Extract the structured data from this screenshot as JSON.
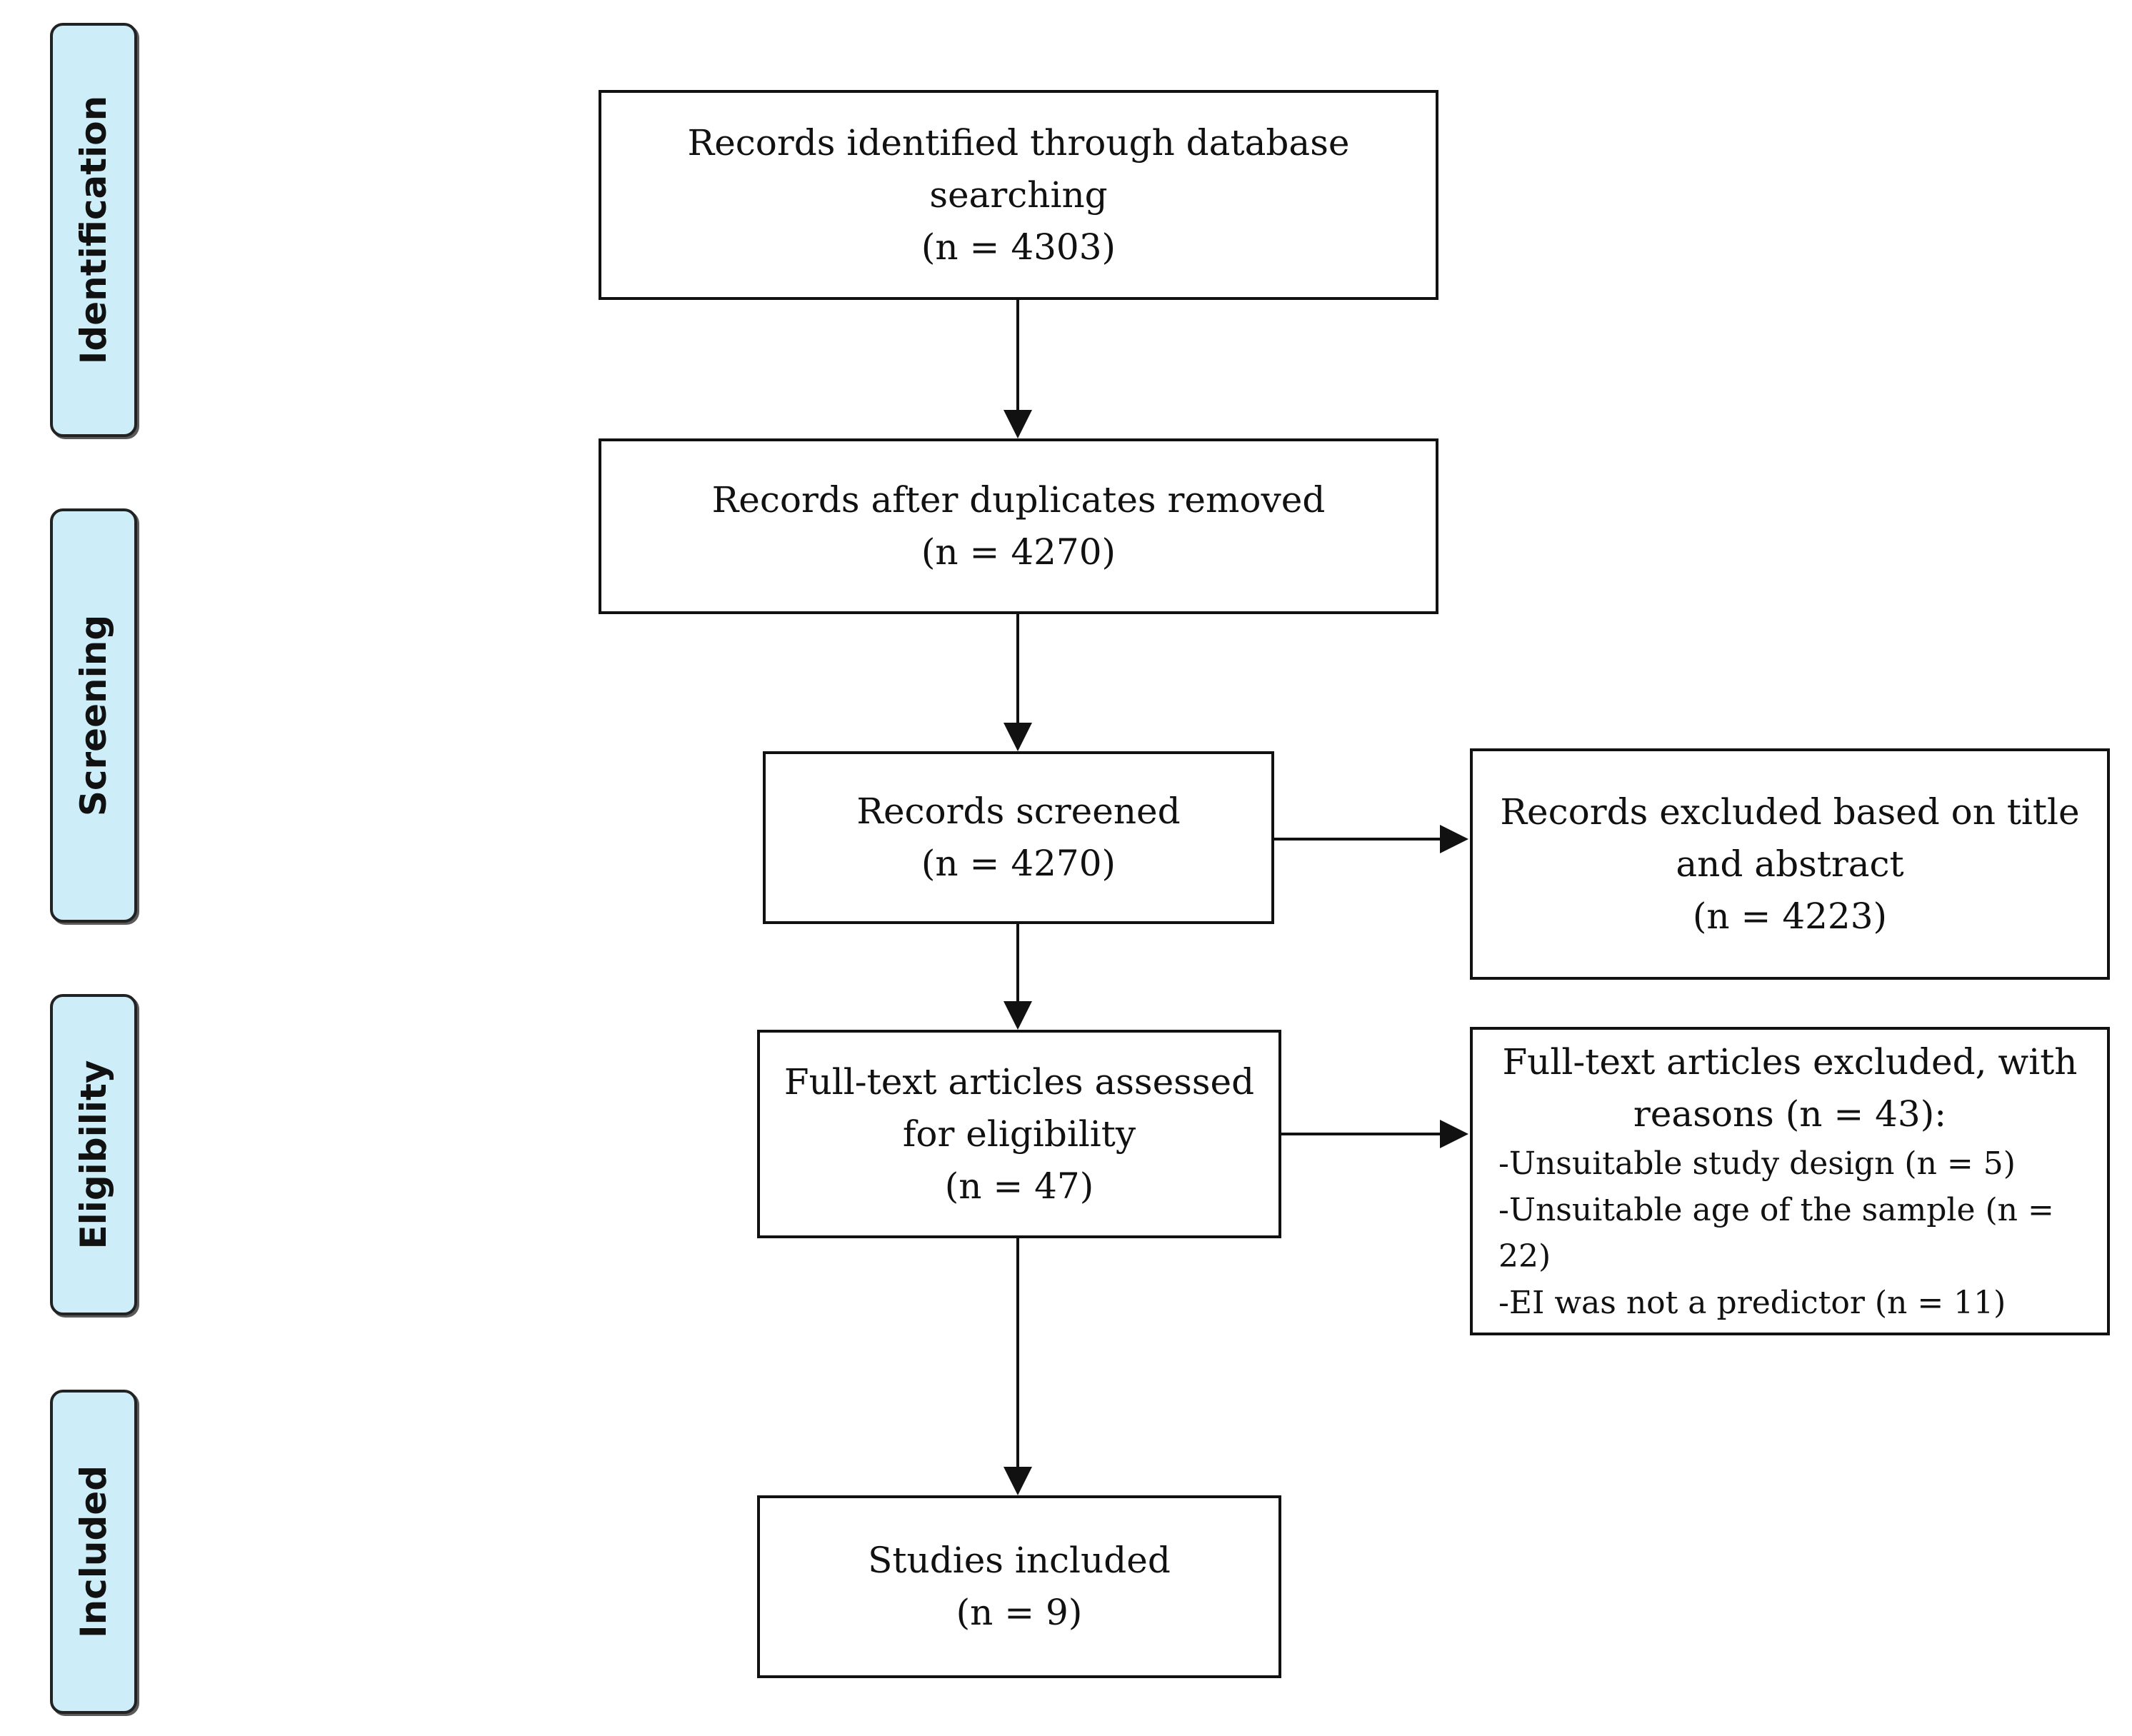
{
  "stages": {
    "identification": "Identification",
    "screening": "Screening",
    "eligibility": "Eligibility",
    "included": "Included"
  },
  "boxes": {
    "identified": {
      "line1": "Records identified through database",
      "line2": "searching",
      "count": "(n = 4303)"
    },
    "duplicates_removed": {
      "line1": "Records after duplicates removed",
      "count": "(n = 4270)"
    },
    "screened": {
      "line1": "Records screened",
      "count": "(n = 4270)"
    },
    "excluded_title": {
      "line1": "Records excluded based on title",
      "line2": "and abstract",
      "count": "(n = 4223)"
    },
    "fulltext_assessed": {
      "line1": "Full-text articles assessed",
      "line2": "for eligibility",
      "count": "(n = 47)"
    },
    "fulltext_excluded": {
      "line1": "Full-text articles excluded, with",
      "line2": "reasons (n = 43):",
      "items": [
        "-Unsuitable study design (n = 5)",
        "-Unsuitable age of the sample (n = 22)",
        "-EI was not a predictor (n = 11)"
      ]
    },
    "included": {
      "line1": "Studies included",
      "count": "(n = 9)"
    }
  }
}
